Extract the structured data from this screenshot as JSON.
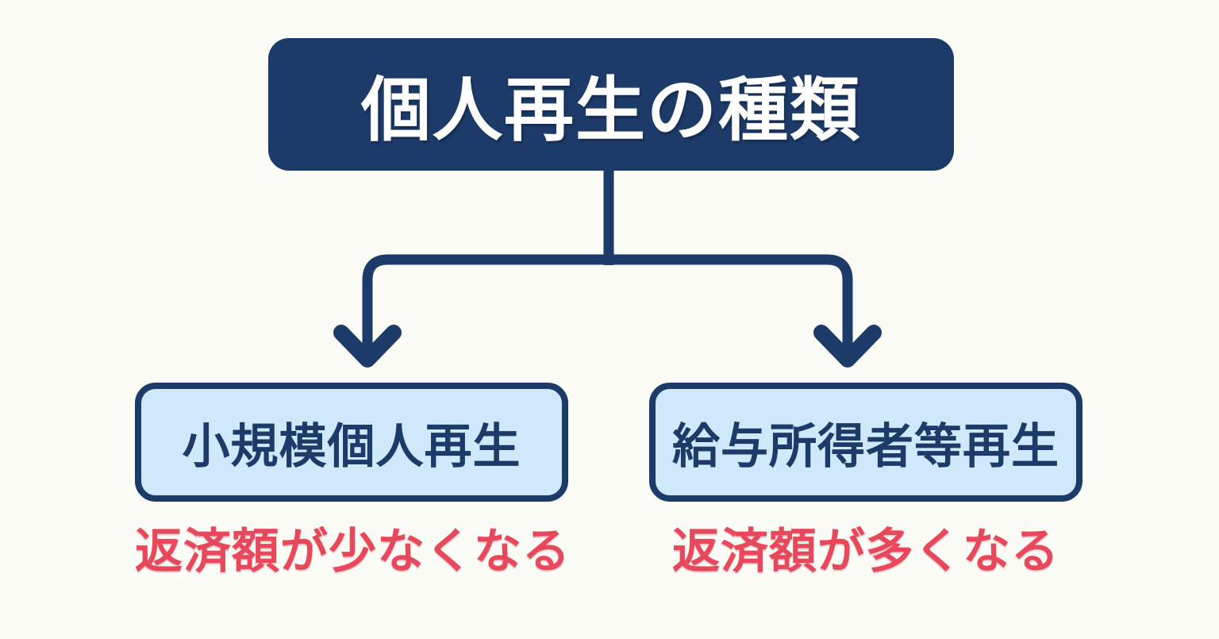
{
  "diagram": {
    "title": "個人再生の種類",
    "branches": [
      {
        "label": "小規模個人再生",
        "note": "返済額が少なくなる"
      },
      {
        "label": "給与所得者等再生",
        "note": "返済額が多くなる"
      }
    ]
  },
  "colors": {
    "navy": "#1d3b69",
    "leaf_fill": "#cfe9fa",
    "note_red": "#e8485c",
    "background": "#fcfcf7",
    "title_text": "#ffffff"
  }
}
